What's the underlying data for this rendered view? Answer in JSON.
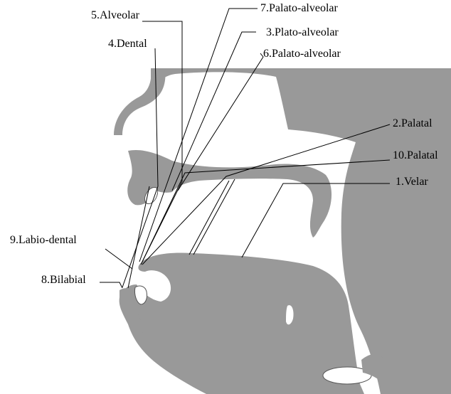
{
  "labels": {
    "alveolar_5": "5.Alveolar",
    "palato_alveolar_7": "7.Palato-alveolar",
    "dental_4": "4.Dental",
    "plato_alveolar_3": "3.Plato-alveolar",
    "palato_alveolar_6": "6.Palato-alveolar",
    "palatal_2": "2.Palatal",
    "palatal_10": "10.Palatal",
    "velar_1": "1.Velar",
    "labio_dental_9": "9.Labio-dental",
    "bilabial_8": "8.Bilabial"
  },
  "colors": {
    "tissue": "#999999",
    "background": "#ffffff",
    "line": "#000000"
  }
}
